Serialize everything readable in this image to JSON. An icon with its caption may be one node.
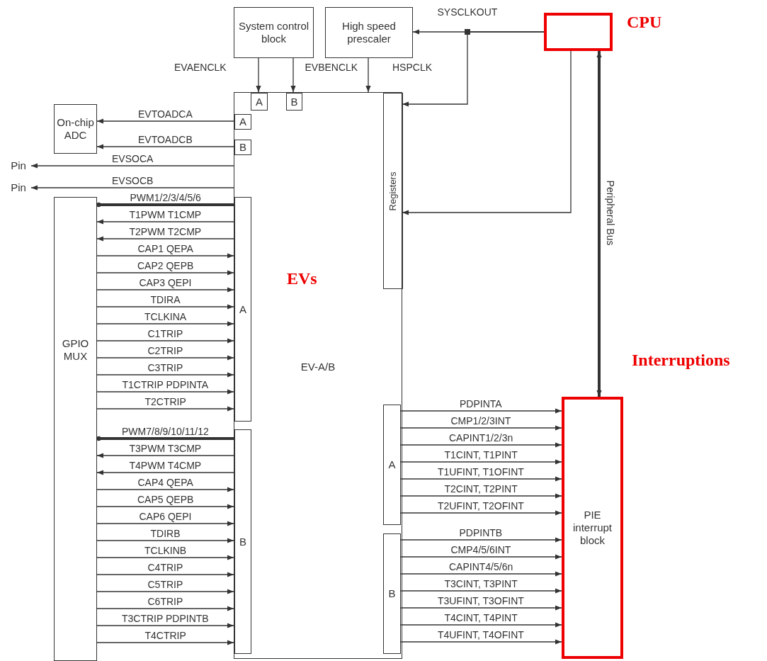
{
  "diagram": {
    "nodes": [
      {
        "text": [
          "System control block"
        ]
      },
      {
        "text": [
          "High speed prescaler"
        ]
      },
      {
        "text": [],
        "shape": "box",
        "beside": [
          "CPU"
        ]
      },
      {
        "text": [
          "On-chip ADC"
        ]
      },
      {
        "text": [
          "GPIO MUX"
        ]
      },
      {
        "text": [
          "EV-A/B"
        ]
      },
      {
        "text": [
          "A"
        ],
        "in": 5
      },
      {
        "text": [
          "B"
        ],
        "in": 5
      },
      {
        "text": [
          "A"
        ],
        "in": 5
      },
      {
        "text": [
          "B"
        ],
        "in": 5
      },
      {
        "text": [
          "A"
        ],
        "in": 5
      },
      {
        "text": [
          "B"
        ],
        "in": 5
      },
      {
        "text": [
          "Registers"
        ],
        "in": 5
      },
      {
        "text": [
          "A"
        ],
        "in": 5
      },
      {
        "text": [
          "B"
        ],
        "in": 5
      },
      {
        "text": [
          "PIE interrupt block"
        ]
      },
      {
        "text": [
          "Pin"
        ]
      },
      {
        "text": [
          "Pin"
        ]
      }
    ],
    "edges": [
      {
        "from": 2,
        "to": 1,
        "arrow": "to",
        "label": "SYSCLKOUT"
      },
      {
        "from": 2,
        "to": 12,
        "arrow": "to"
      },
      {
        "from": 0,
        "to": 6,
        "arrow": "to",
        "label": "EVAENCLK"
      },
      {
        "from": 0,
        "to": 7,
        "arrow": "to",
        "label": "EVBENCLK"
      },
      {
        "from": 1,
        "to": 5,
        "arrow": "to",
        "label": "HSPCLK"
      },
      {
        "from": 8,
        "to": 3,
        "arrow": "to",
        "label": "EVTOADCA"
      },
      {
        "from": 9,
        "to": 3,
        "arrow": "to",
        "label": "EVTOADCB"
      },
      {
        "from": 5,
        "to": 16,
        "arrow": "to",
        "label": "EVSOCA"
      },
      {
        "from": 5,
        "to": 17,
        "arrow": "to",
        "label": "EVSOCB"
      },
      {
        "from": 10,
        "to": 4,
        "arrow": "other",
        "label": "PWM1/2/3/4/5/6",
        "style": "thick"
      },
      {
        "from": 10,
        "to": 4,
        "arrow": "to",
        "label": "T1PWM T1CMP"
      },
      {
        "from": 10,
        "to": 4,
        "arrow": "to",
        "label": "T2PWM T2CMP"
      },
      {
        "from": 4,
        "to": 10,
        "arrow": "to",
        "label": "CAP1 QEPA"
      },
      {
        "from": 4,
        "to": 10,
        "arrow": "to",
        "label": "CAP2 QEPB"
      },
      {
        "from": 4,
        "to": 10,
        "arrow": "to",
        "label": "CAP3 QEPI"
      },
      {
        "from": 4,
        "to": 10,
        "arrow": "to",
        "label": "TDIRA"
      },
      {
        "from": 4,
        "to": 10,
        "arrow": "to",
        "label": "TCLKINA"
      },
      {
        "from": 4,
        "to": 10,
        "arrow": "to",
        "label": "C1TRIP"
      },
      {
        "from": 4,
        "to": 10,
        "arrow": "to",
        "label": "C2TRIP"
      },
      {
        "from": 4,
        "to": 10,
        "arrow": "to",
        "label": "C3TRIP"
      },
      {
        "from": 4,
        "to": 10,
        "arrow": "to",
        "label": "T1CTRIP PDPINTA"
      },
      {
        "from": 4,
        "to": 10,
        "arrow": "to",
        "label": "T2CTRIP"
      },
      {
        "from": 11,
        "to": 4,
        "arrow": "other",
        "label": "PWM7/8/9/10/11/12",
        "style": "thick"
      },
      {
        "from": 11,
        "to": 4,
        "arrow": "to",
        "label": "T3PWM T3CMP"
      },
      {
        "from": 11,
        "to": 4,
        "arrow": "to",
        "label": "T4PWM T4CMP"
      },
      {
        "from": 4,
        "to": 11,
        "arrow": "to",
        "label": "CAP4 QEPA"
      },
      {
        "from": 4,
        "to": 11,
        "arrow": "to",
        "label": "CAP5 QEPB"
      },
      {
        "from": 4,
        "to": 11,
        "arrow": "to",
        "label": "CAP6 QEPI"
      },
      {
        "from": 4,
        "to": 11,
        "arrow": "to",
        "label": "TDIRB"
      },
      {
        "from": 4,
        "to": 11,
        "arrow": "to",
        "label": "TCLKINB"
      },
      {
        "from": 4,
        "to": 11,
        "arrow": "to",
        "label": "C4TRIP"
      },
      {
        "from": 4,
        "to": 11,
        "arrow": "to",
        "label": "C5TRIP"
      },
      {
        "from": 4,
        "to": 11,
        "arrow": "to",
        "label": "C6TRIP"
      },
      {
        "from": 4,
        "to": 11,
        "arrow": "to",
        "label": "T3CTRIP PDPINTB"
      },
      {
        "from": 4,
        "to": 11,
        "arrow": "to",
        "label": "T4CTRIP"
      },
      {
        "from": 13,
        "to": 15,
        "arrow": "to",
        "label": "PDPINTA"
      },
      {
        "from": 13,
        "to": 15,
        "arrow": "to",
        "label": "CMP1/2/3INT"
      },
      {
        "from": 13,
        "to": 15,
        "arrow": "to",
        "label": "CAPINT1/2/3n"
      },
      {
        "from": 13,
        "to": 15,
        "arrow": "to",
        "label": "T1CINT, T1PINT"
      },
      {
        "from": 13,
        "to": 15,
        "arrow": "to",
        "label": "T1UFINT, T1OFINT"
      },
      {
        "from": 13,
        "to": 15,
        "arrow": "to",
        "label": "T2CINT, T2PINT"
      },
      {
        "from": 13,
        "to": 15,
        "arrow": "to",
        "label": "T2UFINT, T2OFINT"
      },
      {
        "from": 14,
        "to": 15,
        "arrow": "to",
        "label": "PDPINTB"
      },
      {
        "from": 14,
        "to": 15,
        "arrow": "to",
        "label": "CMP4/5/6INT"
      },
      {
        "from": 14,
        "to": 15,
        "arrow": "to",
        "label": "CAPINT4/5/6n"
      },
      {
        "from": 14,
        "to": 15,
        "arrow": "to",
        "label": "T3CINT, T3PINT"
      },
      {
        "from": 14,
        "to": 15,
        "arrow": "to",
        "label": "T3UFINT, T3OFINT"
      },
      {
        "from": 14,
        "to": 15,
        "arrow": "to",
        "label": "T4CINT, T4PINT"
      },
      {
        "from": 14,
        "to": 15,
        "arrow": "to",
        "label": "T4UFINT, T4OFINT"
      },
      {
        "from": 2,
        "to": 15,
        "arrow": "both",
        "label": "Peripheral Bus",
        "style": "thick"
      },
      {
        "from": 2,
        "to": 12,
        "arrow": "to"
      }
    ],
    "labels": [
      "EVs",
      "Interruptions"
    ]
  }
}
